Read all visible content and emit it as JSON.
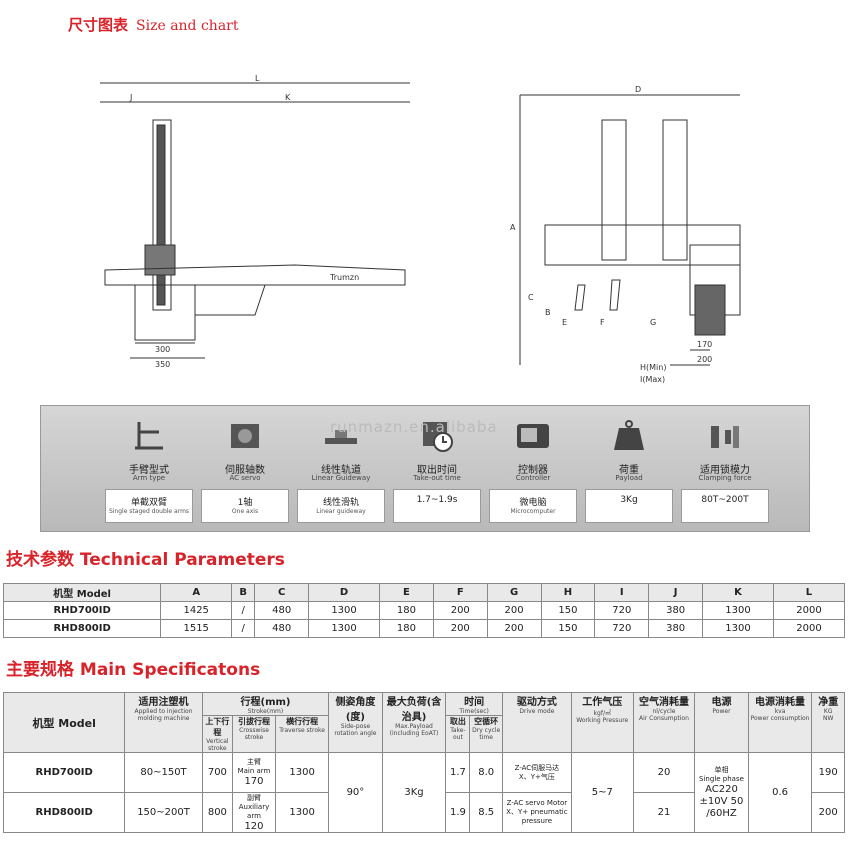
{
  "header": {
    "size_zh": "尺寸图表",
    "size_en": "Size and chart"
  },
  "drawings": {
    "side_labels": {
      "L": "L",
      "J": "J",
      "K": "K",
      "w300": "300",
      "w350": "350",
      "logo": "Trumzn"
    },
    "front_labels": {
      "D": "D",
      "A": "A",
      "C": "C",
      "B": "B",
      "E": "E",
      "F": "F",
      "G": "G",
      "H": "H(Min)",
      "I": "I(Max)",
      "w170": "170",
      "w200": "200"
    }
  },
  "watermark": "runmazn.en.alibaba",
  "features": [
    {
      "icon": "arm-type-icon",
      "zh": "手臂型式",
      "en": "Arm type",
      "v1": "单截双臂",
      "v2": "Single staged double arms"
    },
    {
      "icon": "servo-icon",
      "zh": "伺服轴数",
      "en": "AC servo",
      "v1": "1轴",
      "v2": "One axis"
    },
    {
      "icon": "rail-icon",
      "zh": "线性轨道",
      "en": "Linear Guideway",
      "v1": "线性滑轨",
      "v2": "Linear guideway"
    },
    {
      "icon": "clock-icon",
      "zh": "取出时间",
      "en": "Take-out time",
      "v1": "1.7~1.9s",
      "v2": ""
    },
    {
      "icon": "controller-icon",
      "zh": "控制器",
      "en": "Controller",
      "v1": "微电脑",
      "v2": "Microcomputer"
    },
    {
      "icon": "weight-icon",
      "zh": "荷重",
      "en": "Payload",
      "v1": "3Kg",
      "v2": ""
    },
    {
      "icon": "clamp-icon",
      "zh": "适用锁模力",
      "en": "Clamping force",
      "v1": "80T~200T",
      "v2": ""
    }
  ],
  "tech": {
    "title_zh": "技术参数",
    "title_en": "Technical Parameters",
    "headers": [
      "机型 Model",
      "A",
      "B",
      "C",
      "D",
      "E",
      "F",
      "G",
      "H",
      "I",
      "J",
      "K",
      "L"
    ],
    "rows": [
      [
        "RHD700ID",
        "1425",
        "/",
        "480",
        "1300",
        "180",
        "200",
        "200",
        "150",
        "720",
        "380",
        "1300",
        "2000"
      ],
      [
        "RHD800ID",
        "1515",
        "/",
        "480",
        "1300",
        "180",
        "200",
        "200",
        "150",
        "720",
        "380",
        "1300",
        "2000"
      ]
    ]
  },
  "spec": {
    "title_zh": "主要规格",
    "title_en": "Main Specificatons",
    "h": {
      "model": "机型 Model",
      "machine_zh": "适用注塑机",
      "machine_en": "Applied to injection molding machine",
      "stroke_zh": "行程(mm)",
      "stroke_en": "Stroke(mm)",
      "vert_zh": "上下行程",
      "vert_en": "Vertical stroke",
      "cross_zh": "引拔行程",
      "cross_en": "Crosswise stroke",
      "trav_zh": "横行行程",
      "trav_en": "Traverse stroke",
      "angle_zh": "侧姿角度(度)",
      "angle_en": "Side-pose rotation angle",
      "payload_zh": "最大负荷(含治具)",
      "payload_en": "Max.Payload (including EoAT)",
      "time_zh": "时间",
      "time_en": "Time(sec)",
      "takeout_zh": "取出",
      "takeout_en": "Take-out",
      "cycle_zh": "空循环",
      "cycle_en": "Dry cycle time",
      "drive_zh": "驱动方式",
      "drive_en": "Drive mode",
      "pressure_zh": "工作气压",
      "pressure_unit": "kgf/㎡",
      "pressure_en": "Working Pressure",
      "air_zh": "空气消耗量",
      "air_unit": "nl/cycle",
      "air_en": "Air Consumption",
      "power_zh": "电源",
      "power_en": "Power",
      "pcons_zh": "电源消耗量",
      "pcons_unit": "kva",
      "pcons_en": "Power consumption",
      "weight_zh": "净重",
      "weight_unit": "KG",
      "weight_en": "NW"
    },
    "main_arm_zh": "主臂",
    "main_arm_en": "Main arm",
    "main_arm_val": "170",
    "aux_arm_zh": "副臂",
    "aux_arm_en": "Auxiliary arm",
    "aux_arm_val": "120",
    "angle": "90°",
    "payload": "3Kg",
    "pressure": "5~7",
    "power_l1": "单相",
    "power_l2": "Single phase",
    "power_l3": "AC220",
    "power_l4": "±10V 50",
    "power_l5": "/60HZ",
    "pcons": "0.6",
    "rows": [
      {
        "model": "RHD700ID",
        "machine": "80~150T",
        "vert": "700",
        "trav": "1300",
        "takeout": "1.7",
        "cycle": "8.0",
        "drive1": "Z-AC伺服马达",
        "drive2": "X、Y+气压",
        "air": "20",
        "weight": "190"
      },
      {
        "model": "RHD800ID",
        "machine": "150~200T",
        "vert": "800",
        "trav": "1300",
        "takeout": "1.9",
        "cycle": "8.5",
        "drive1": "Z-AC servo Motor",
        "drive2": "X、Y+ pneumatic pressure",
        "air": "21",
        "weight": "200"
      }
    ]
  }
}
